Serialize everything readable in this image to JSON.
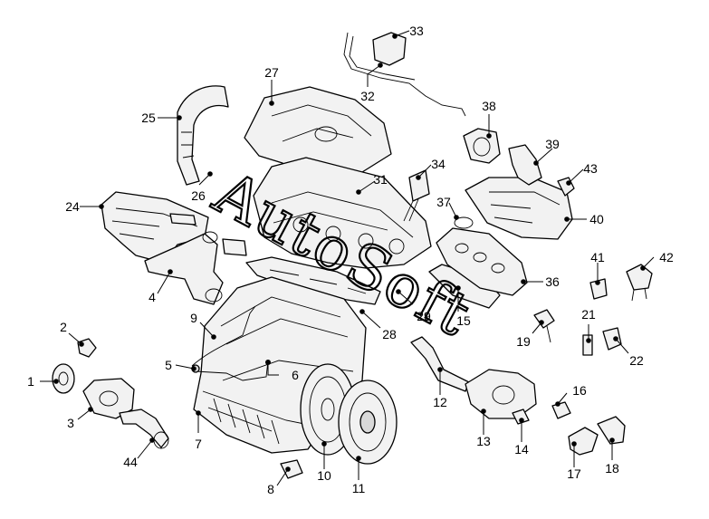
{
  "diagram": {
    "watermark": "AutoSoft",
    "callouts": [
      "1",
      "2",
      "3",
      "4",
      "5",
      "6",
      "7",
      "8",
      "9",
      "10",
      "11",
      "12",
      "13",
      "14",
      "15",
      "16",
      "17",
      "18",
      "19",
      "21",
      "22",
      "24",
      "25",
      "26",
      "27",
      "28",
      "29",
      "31",
      "32",
      "33",
      "34",
      "36",
      "37",
      "38",
      "39",
      "40",
      "41",
      "42",
      "43",
      "44"
    ]
  }
}
